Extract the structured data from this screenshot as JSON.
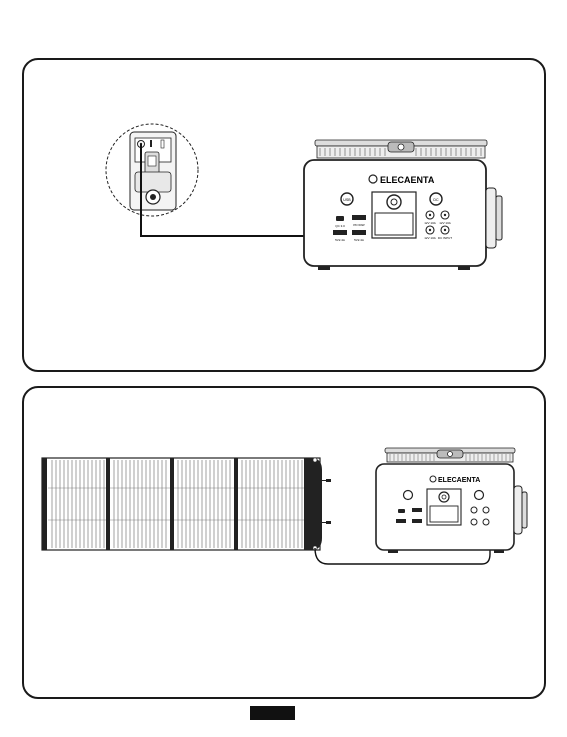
{
  "figure1": {
    "brand": "ELECAENTA",
    "btn_left": "USB",
    "btn_right": "DC",
    "usb_labels": [
      "QC 3.0",
      "PD 60W",
      "5V2.4A",
      "5V2.4A"
    ],
    "dc_labels": [
      "12V 10A",
      "12V 10A",
      "12V 10A",
      "DC INPUT"
    ]
  },
  "figure2": {
    "brand": "ELECAENTA"
  },
  "page_marker": ""
}
